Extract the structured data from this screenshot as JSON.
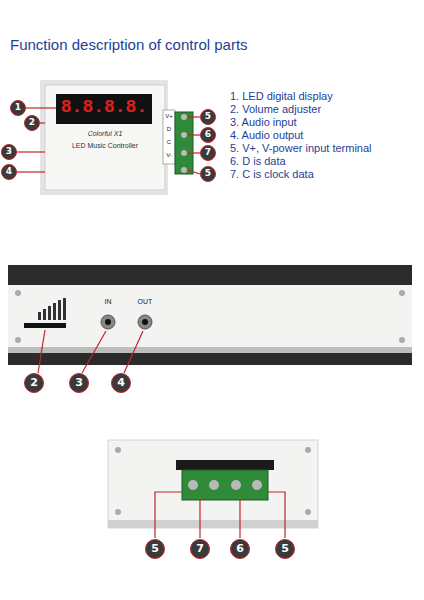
{
  "diagram": {
    "title": "Function description of control parts",
    "labels": [
      "8.8.8.8.",
      "Colorful X1",
      "LED Music Controller",
      "V+",
      "D",
      "C",
      "V-",
      "1",
      "2",
      "3",
      "4",
      "5",
      "6",
      "7",
      "5",
      "1. LED digital display",
      "2. Volume adjuster",
      "3. Audio input",
      "4. Audio output",
      "5. V+, V-power input terminal",
      "6. D is data",
      "7. C is clock data",
      "IN",
      "OUT",
      "2",
      "3",
      "4",
      "5",
      "7",
      "6",
      "5"
    ]
  }
}
